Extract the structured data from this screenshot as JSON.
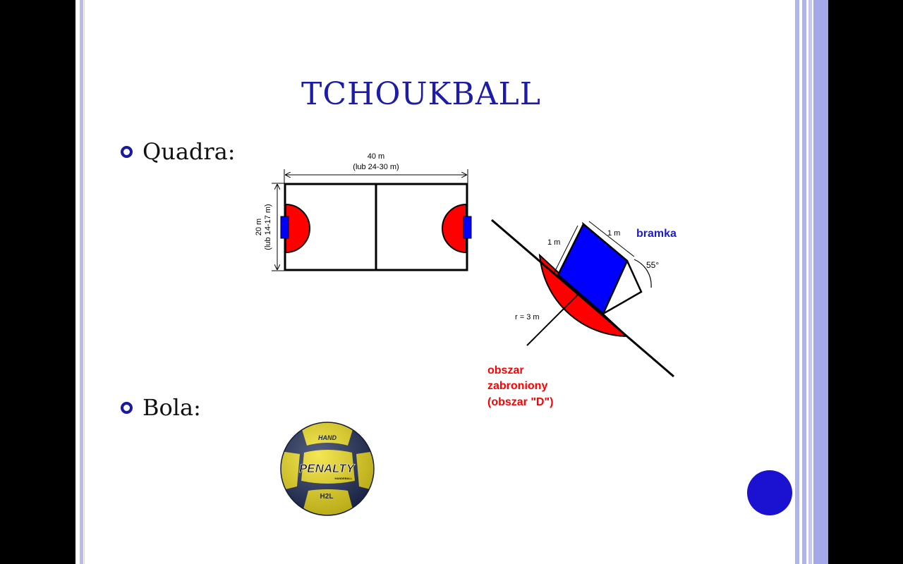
{
  "slide": {
    "title": "TCHOUKBALL",
    "bullets": [
      {
        "label": "Quadra:"
      },
      {
        "label": "Bola:"
      }
    ]
  },
  "court_diagram": {
    "width_label": "40 m",
    "width_alt": "(lub 24-30 m)",
    "height_label": "20 m",
    "height_alt": "(lub 14-17 m)"
  },
  "goal_diagram": {
    "side_label_1": "1 m",
    "side_label_2": "1 m",
    "goal_label": "bramka",
    "angle_label": "55°",
    "radius_label": "r = 3 m",
    "zone_label_line1": "obszar",
    "zone_label_line2": "zabroniony",
    "zone_label_line3": "(obszar \"D\")"
  },
  "ball": {
    "logo_top": "HAND",
    "brand": "PENALTY",
    "sub_brand": "HANDEBALL",
    "model": "H2L"
  },
  "colors": {
    "title": "#1c1ca8",
    "bullet": "#1a1aa0",
    "zone": "#ff0000",
    "goal": "#0000ff",
    "goal_label": "#1a1ad0",
    "nav_circle": "#1a12d0",
    "ball_yellow": "#f2df1a",
    "ball_navy": "#1d2a55"
  }
}
